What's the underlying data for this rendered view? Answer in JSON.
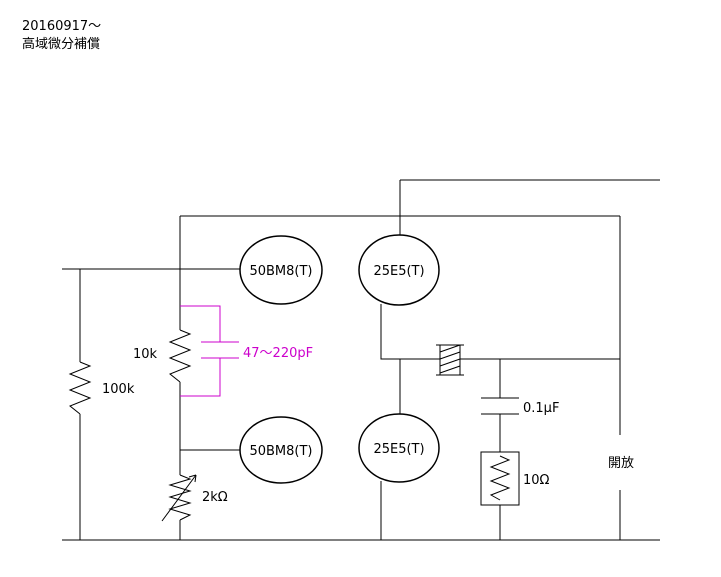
{
  "header": {
    "date": "20160917～",
    "title": "高域微分補償"
  },
  "tubes": {
    "top_left": "50BM8(T)",
    "bottom_left": "50BM8(T)",
    "top_right": "25E5(T)",
    "bottom_right": "25E5(T)"
  },
  "labels": {
    "r_100k": "100k",
    "r_10k": "10k",
    "cap_pf": "47～220pF",
    "vr_2k": "2kΩ",
    "cap_01": "0.1μF",
    "r_10ohm": "10Ω",
    "open": "開放"
  },
  "colors": {
    "wire": "#000000",
    "added_cap": "#cc00cc"
  }
}
